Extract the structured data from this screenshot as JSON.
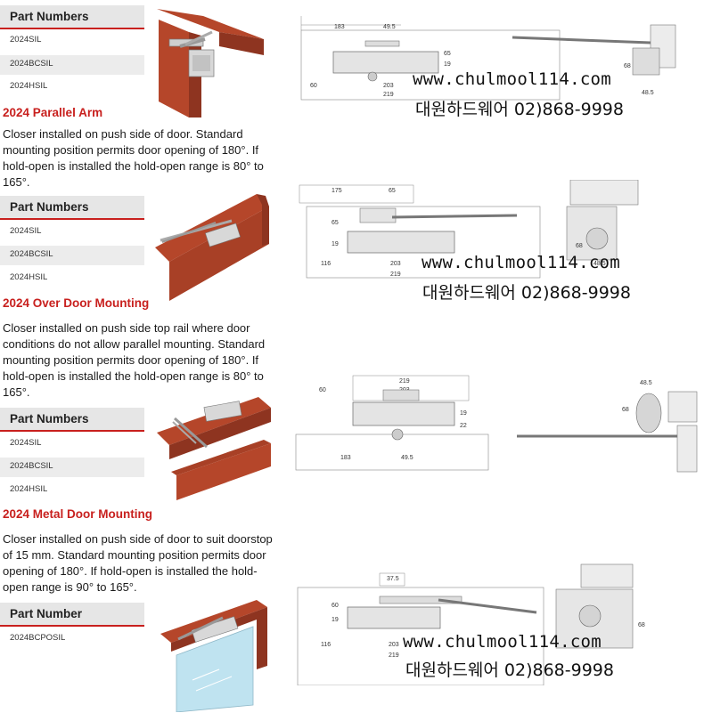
{
  "sections": [
    {
      "part_header": "Part Numbers",
      "parts": [
        "2024SIL",
        "2024BCSIL",
        "2024HSIL"
      ],
      "title": "2024 Parallel Arm",
      "description": "Closer installed on push side of door. Standard mounting position permits door opening of 180°. If hold-open is installed the hold-open range is 80° to 165°.",
      "dims": {
        "d1": "183",
        "d2": "49.5",
        "d3": "65",
        "d4": "19",
        "d5": "60",
        "d6": "203",
        "d7": "219",
        "d8": "68",
        "d9": "48.5"
      }
    },
    {
      "part_header": "Part Numbers",
      "parts": [
        "2024SIL",
        "2024BCSIL",
        "2024HSIL"
      ],
      "title": "2024 Over Door Mounting",
      "description": "Closer installed on push side top rail where door conditions do not allow parallel mounting. Standard mounting position permits door opening of 180°. If hold-open is installed the hold-open range is 80° to 165°.",
      "dims": {
        "d1": "175",
        "d2": "65",
        "d3": "65",
        "d4": "19",
        "d5": "116",
        "d6": "203",
        "d7": "219",
        "d8": "68",
        "d9": "48.5"
      }
    },
    {
      "part_header": "Part Numbers",
      "parts": [
        "2024SIL",
        "2024BCSIL",
        "2024HSIL"
      ],
      "title": "2024 Metal Door Mounting",
      "description": "Closer installed on push side of door to suit doorstop of 15 mm. Standard mounting position permits door opening of 180°. If hold-open is installed the hold-open range is 90° to 165°.",
      "dims": {
        "d1": "219",
        "d2": "203",
        "d3": "60",
        "d4": "19",
        "d5": "22",
        "d6": "183",
        "d7": "49.5",
        "d8": "48.5",
        "d9": "68"
      }
    },
    {
      "part_header": "Part Number",
      "parts": [
        "2024BCPOSIL"
      ],
      "dims": {
        "d1": "37.5",
        "d2": "60",
        "d3": "19",
        "d4": "116",
        "d5": "203",
        "d6": "219",
        "d7": "68"
      }
    }
  ],
  "watermark": {
    "url": "www.chulmool114.com",
    "phone": "대원하드웨어 02)868-9998"
  },
  "colors": {
    "accent": "#c8201e",
    "door": "#b5462a",
    "door_dark": "#8e3420",
    "glass": "#bfe3f0"
  }
}
